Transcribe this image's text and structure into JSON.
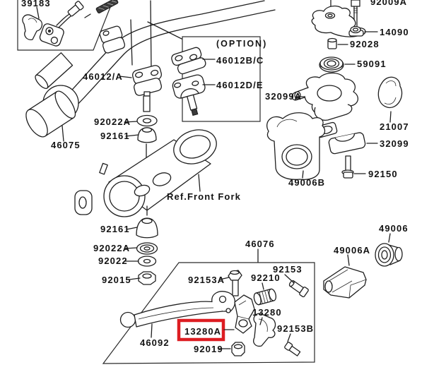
{
  "figure": {
    "type": "motorcycle-handlebar-parts-diagram",
    "background_color": "#ffffff",
    "line_color": "#1f1f1f",
    "highlight_color": "#dd1d22",
    "highlighted_part": "13280A"
  },
  "labels": {
    "p39183": "39183",
    "p92009A": "92009A",
    "p14090": "14090",
    "p92028": "92028",
    "p59091": "59091",
    "p32099A": "32099A",
    "p21007": "21007",
    "p32099": "32099",
    "p92150": "92150",
    "p49006B": "49006B",
    "p49006": "49006",
    "p49006A": "49006A",
    "option": "(OPTION)",
    "p46012BC": "46012B/C",
    "p46012DE": "46012D/E",
    "p46012A": "46012/A",
    "p92022A": "92022A",
    "p92161": "92161",
    "p46075": "46075",
    "ref_front_fork": "Ref.Front Fork",
    "p92022": "92022",
    "p92015": "92015",
    "p46076": "46076",
    "p92153A": "92153A",
    "p92153": "92153",
    "p92210": "92210",
    "p13280": "13280",
    "p13280A": "13280A",
    "p92153B": "92153B",
    "p46092": "46092",
    "p92019": "92019"
  }
}
